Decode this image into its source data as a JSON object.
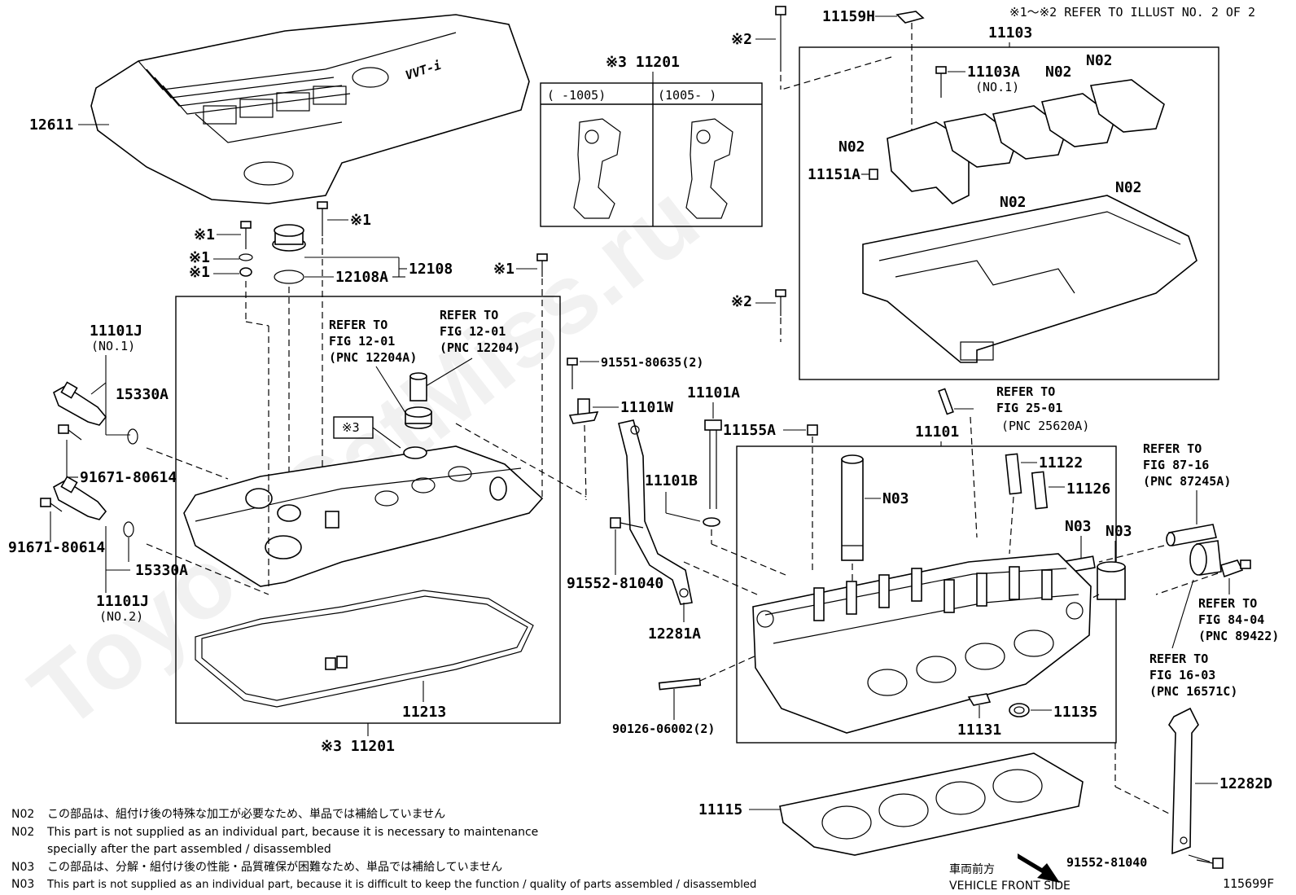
{
  "watermark": "ToyotaCatMiss.ru",
  "header_note": "※1～※2  REFER TO ILLUST NO. 2 OF 2",
  "parts": {
    "p12611": "12611",
    "p11201_inset": "※3 11201",
    "inset_left_range": "(      -1005)",
    "inset_right_range": "(1005-      )",
    "p11159H": "11159H",
    "p11103": "11103",
    "p11103A": "11103A",
    "p11103A_sub": "(NO.1)",
    "n02_a": "N02",
    "n02_b": "N02",
    "n02_c": "N02",
    "n02_d": "N02",
    "n02_e": "N02",
    "p11151A": "11151A",
    "mark2_a": "※2",
    "mark2_b": "※2",
    "mark1_a": "※1",
    "mark1_b": "※1",
    "mark1_c": "※1",
    "mark1_d": "※1",
    "mark1_e": "※1",
    "p12108": "12108",
    "p12108A": "12108A",
    "ref_12204A_1": "REFER TO",
    "ref_12204A_2": "FIG 12-01",
    "ref_12204A_3": "(PNC 12204A)",
    "ref_12204_1": "REFER TO",
    "ref_12204_2": "FIG 12-01",
    "ref_12204_3": "(PNC 12204)",
    "p11101J_1": "11101J",
    "p11101J_1_sub": "(NO.1)",
    "p15330A_1": "15330A",
    "p91671_1": "91671-80614",
    "p91671_2": "91671-80614",
    "p15330A_2": "15330A",
    "p11101J_2": "11101J",
    "p11101J_2_sub": "(NO.2)",
    "mark3_box": "※3",
    "p91551": "91551-80635(2)",
    "p11101W": "11101W",
    "p11101A": "11101A",
    "p11155A": "11155A",
    "p11101B": "11101B",
    "p91552_1": "91552-81040",
    "p12281A": "12281A",
    "p11213": "11213",
    "p11201_bottom": "※3 11201",
    "ref_25620A_1": "REFER TO",
    "ref_25620A_2": "FIG 25-01",
    "ref_25620A_3": "(PNC 25620A)",
    "p11101": "11101",
    "p11122": "11122",
    "p11126": "11126",
    "n03_a": "N03",
    "n03_b": "N03",
    "n03_c": "N03",
    "ref_87245A_1": "REFER TO",
    "ref_87245A_2": "FIG 87-16",
    "ref_87245A_3": "(PNC 87245A)",
    "ref_89422_1": "REFER TO",
    "ref_89422_2": "FIG 84-04",
    "ref_89422_3": "(PNC 89422)",
    "ref_16571C_1": "REFER TO",
    "ref_16571C_2": "FIG 16-03",
    "ref_16571C_3": "(PNC 16571C)",
    "p90126": "90126-06002(2)",
    "p11131": "11131",
    "p11135": "11135",
    "p11115": "11115",
    "p12282D": "12282D",
    "p91552_2": "91552-81040"
  },
  "notes": [
    {
      "code": "N02",
      "text": "この部品は、組付け後の特殊な加工が必要なため、単品では補給していません"
    },
    {
      "code": "N02",
      "text": "This part is not supplied as an individual part, because it is necessary to maintenance"
    },
    {
      "code": "",
      "text": "specially after the part assembled / disassembled"
    },
    {
      "code": "N03",
      "text": "この部品は、分解・組付け後の性能・品質確保が困難なため、単品では補給していません"
    },
    {
      "code": "N03",
      "text": "This part is not supplied as an individual part, because it is difficult to keep the function / quality of parts  assembled / disassembled"
    }
  ],
  "direction": {
    "jp": "車両前方",
    "en": "VEHICLE FRONT SIDE"
  },
  "figure_id": "115699F",
  "cover_badge": "VVT-i"
}
